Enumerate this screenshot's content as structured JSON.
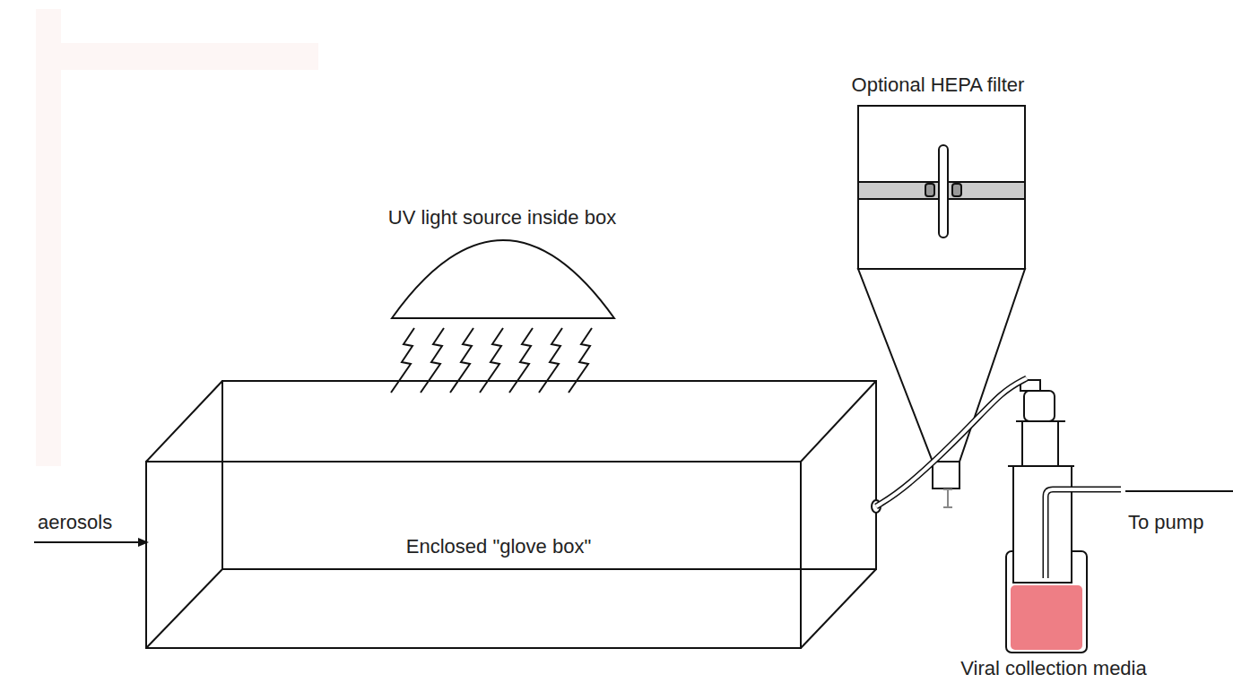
{
  "diagram": {
    "nodes": [
      {
        "text": [
          "Optional HEPA filter"
        ]
      },
      {
        "text": [
          "UV light source inside box"
        ]
      },
      {
        "text": [
          "Enclosed \"glove box\""
        ]
      },
      {
        "text": [
          "Viral collection media"
        ]
      }
    ],
    "edges": [
      {
        "from": 2,
        "to": 3,
        "arrow": "none"
      }
    ],
    "labels": [
      "aerosols",
      "To pump"
    ]
  }
}
